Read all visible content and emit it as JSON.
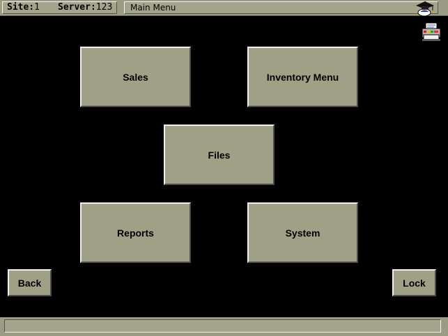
{
  "header": {
    "site_label": "Site:",
    "site_value": "1",
    "server_label": "Server:",
    "server_value": "123",
    "title": "Main Menu",
    "help_icon": "graduation-cap-icon"
  },
  "printer_icon": "printer-icon",
  "menu": {
    "sales": "Sales",
    "inventory": "Inventory Menu",
    "files": "Files",
    "reports": "Reports",
    "system": "System"
  },
  "nav": {
    "back": "Back",
    "lock": "Lock"
  },
  "status": {
    "message": ""
  },
  "colors": {
    "background": "#000000",
    "button_face": "#a0a086",
    "bar": "#9c9c84"
  }
}
